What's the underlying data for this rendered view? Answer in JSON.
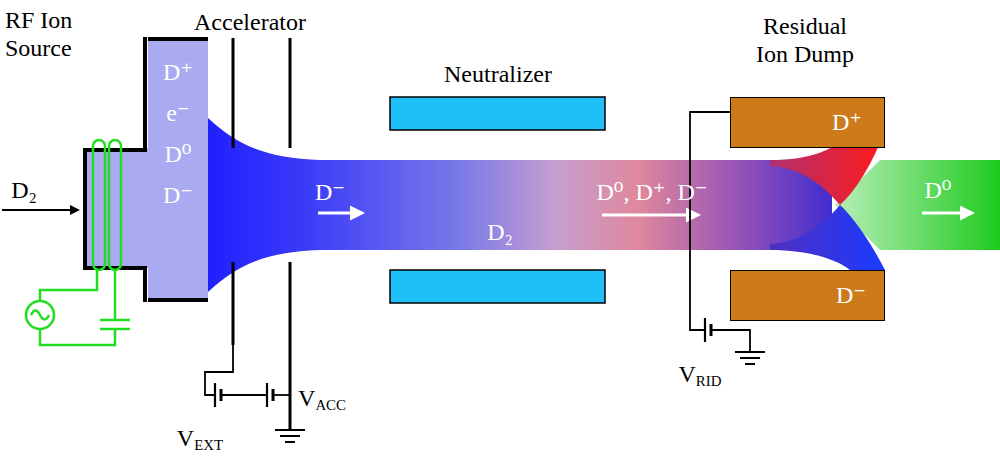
{
  "diagram": {
    "nodes": [
      {
        "text": [
          "D⁺",
          "e⁻",
          "D⁰",
          "D⁻"
        ]
      },
      {
        "text": [
          "D⁺"
        ]
      },
      {
        "text": [
          "D⁻"
        ]
      }
    ],
    "labels": [
      "RF Ion Source",
      "Accelerator",
      "Neutralizer",
      "Residual Ion Dump",
      "D₂",
      "D⁻",
      "D₂",
      "D⁰, D⁺, D⁻",
      "D⁰",
      "VEXT",
      "VACC",
      "VRID"
    ]
  }
}
